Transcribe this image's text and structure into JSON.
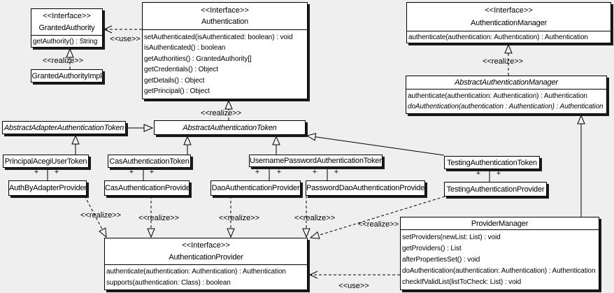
{
  "diagram": {
    "background_color": "#efefef",
    "box_fill_color": "#ffffff",
    "line_color": "#000000"
  },
  "classes": {
    "granted_authority": {
      "stereotype": "<<Interface>>",
      "name": "GrantedAuthority",
      "methods": [
        "getAuthority() : String"
      ]
    },
    "granted_authority_impl": {
      "name": "GrantedAuthorityImpl"
    },
    "authentication": {
      "stereotype": "<<Interface>>",
      "name": "Authentication",
      "methods": [
        "setAuthenticated(isAuthenticated: boolean) : void",
        "isAuthenticated() : boolean",
        "getAuthorities() : GrantedAuthority[]",
        "getCredentials() : Object",
        "getDetails() : Object",
        "getPrincipal() : Object"
      ]
    },
    "authentication_manager": {
      "stereotype": "<<Interface>>",
      "name": "AuthenticationManager",
      "methods": [
        "authenticate(authentication: Authentication) : Authentication"
      ]
    },
    "abstract_authentication_manager": {
      "name": "AbstractAuthenticationManager",
      "methods": [
        "authenticate(authentication: Authentication) : Authentication",
        "doAuthentication(authentication : Authentication) : Authentication"
      ]
    },
    "abstract_adapter_authentication_token": {
      "name": "AbstractAdapterAuthenticationToken"
    },
    "abstract_authentication_token": {
      "name": "AbstractAuthenticationToken"
    },
    "principal_acegi_user_token": {
      "name": "PrincipalAcegiUserToken"
    },
    "cas_authentication_token": {
      "name": "CasAuthenticationToken"
    },
    "username_password_authentication_token": {
      "name": "UsernamePasswordAuthenticationToken"
    },
    "testing_authentication_token": {
      "name": "TestingAuthenticationToken"
    },
    "auth_by_adapter_provider": {
      "name": "AuthByAdapterProvider"
    },
    "cas_authentication_provider": {
      "name": "CasAuthenticationProvider"
    },
    "dao_authentication_provider": {
      "name": "DaoAuthenticationProvider"
    },
    "password_dao_authentication_provider": {
      "name": "PasswordDaoAuthenticationProvider"
    },
    "testing_authentication_provider": {
      "name": "TestingAuthenticationProvider"
    },
    "authentication_provider": {
      "stereotype": "<<Interface>>",
      "name": "AuthenticationProvider",
      "methods": [
        "authenticate(authentication: Authentication) : Authentication",
        "supports(authentication: Class) : boolean"
      ]
    },
    "provider_manager": {
      "name": "ProviderManager",
      "methods": [
        "setProviders(newList: List) : void",
        "getProviders() : List",
        "afterPropertiesSet() : void",
        "doAuthentication(authentication: Authentication) : Authentication",
        "checkIfValidList(listToCheck: List) : void"
      ]
    }
  },
  "edge_labels": {
    "use": "<<use>>",
    "realize": "<<realize>>",
    "plus": "+"
  }
}
